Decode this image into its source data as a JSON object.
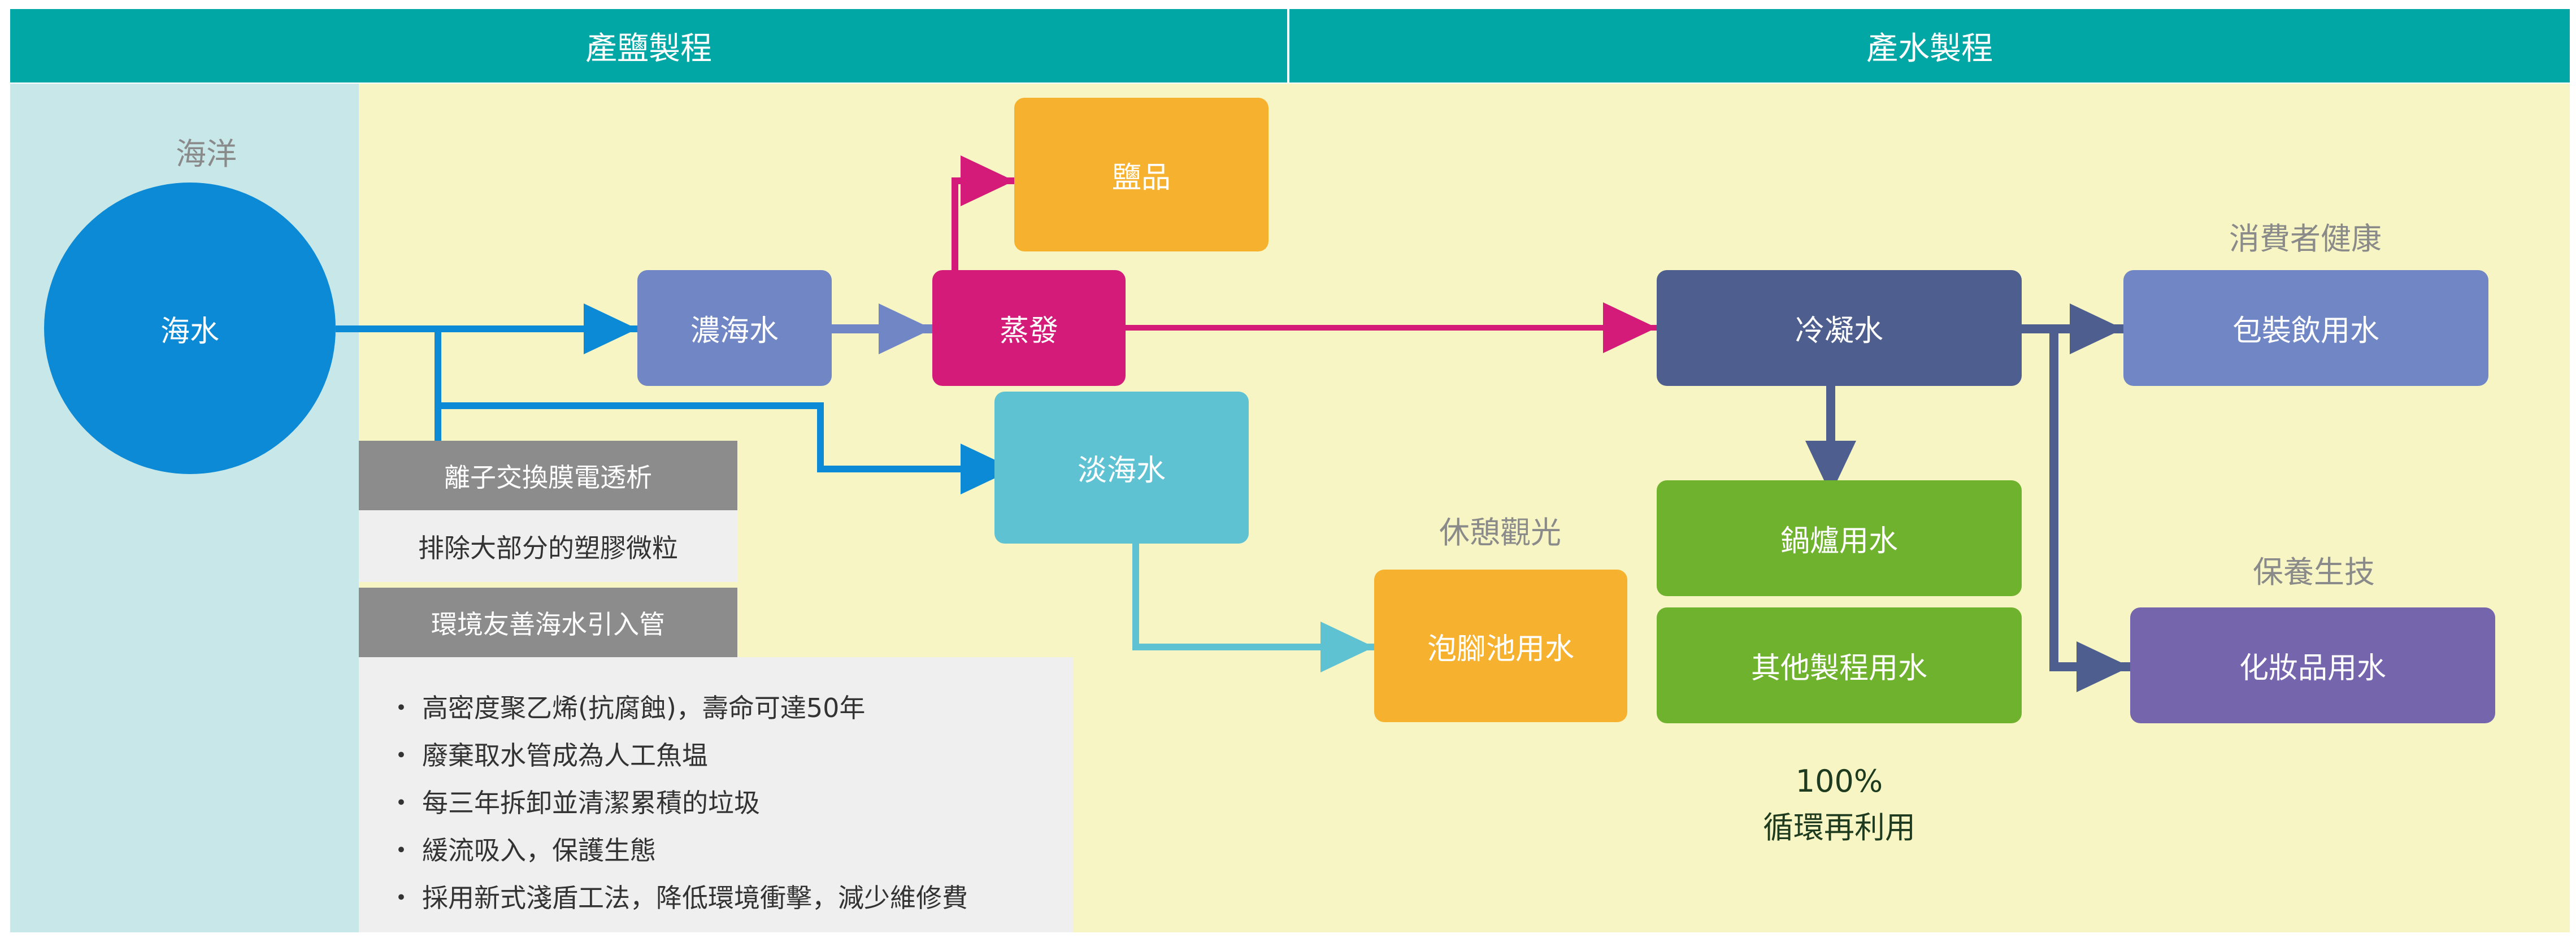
{
  "headers": {
    "salt_process": "產鹽製程",
    "water_process": "產水製程"
  },
  "ocean": {
    "label": "海洋",
    "circle_text": "海水"
  },
  "nodes": {
    "concentrated": "濃海水",
    "evaporation": "蒸發",
    "salt": "鹽品",
    "desalinated": "淡海水",
    "foot_bath": "泡腳池用水",
    "condensed": "冷凝水",
    "boiler": "鍋爐用水",
    "other_process": "其他製程用水",
    "bottled": "包裝飲用水",
    "cosmetics": "化妝品用水"
  },
  "category_labels": {
    "leisure": "休憩觀光",
    "consumer": "消費者健康",
    "skincare": "保養生技"
  },
  "intake": {
    "method_title": "離子交換膜電透析",
    "method_desc": "排除大部分的塑膠微粒",
    "pipe_title": "環境友善海水引入管",
    "bullets": [
      "高密度聚乙烯(抗腐蝕)，壽命可達50年",
      "廢棄取水管成為人工魚塭",
      "每三年拆卸並清潔累積的垃圾",
      "緩流吸入，保護生態",
      "採用新式淺盾工法，降低環境衝擊，減少維修費"
    ],
    "bullet_mark": "・"
  },
  "recycle": {
    "percent": "100%",
    "label": "循環再利用"
  },
  "colors": {
    "header": "#00A7A5",
    "ocean_panel": "#C8E7E8",
    "main_panel": "#F6F5C3",
    "seawater": "#0C8AD6",
    "concentrated": "#7186C4",
    "evaporation": "#D41B79",
    "salt": "#F6B12E",
    "desalinated": "#5EC2D3",
    "foot_bath": "#F6B12E",
    "condensed": "#4E5F8F",
    "boiler": "#6EB22D",
    "bottled": "#7186C4",
    "cosmetics": "#7465AD"
  }
}
